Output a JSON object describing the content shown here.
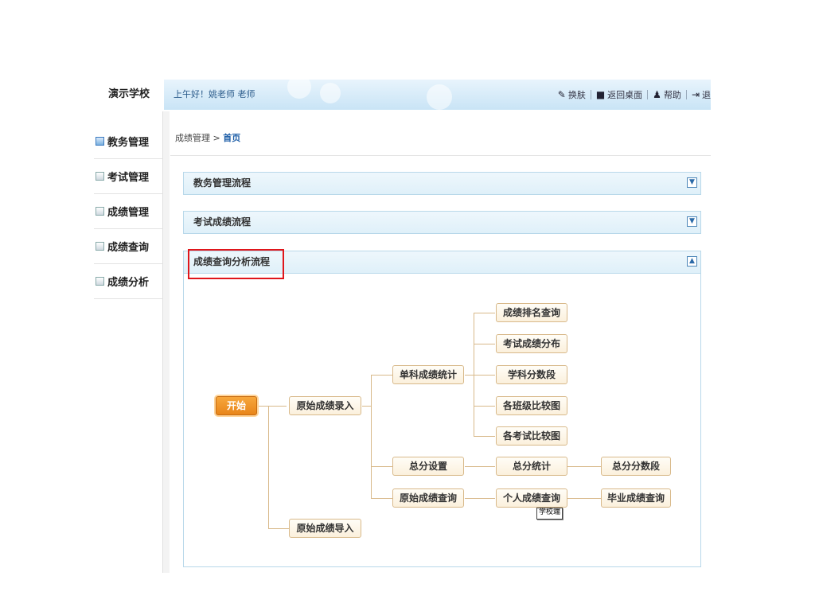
{
  "header": {
    "school_name": "演示学校",
    "greeting": "上午好！姚老师 老师",
    "actions": [
      {
        "label": "换肤",
        "icon": "brush-icon"
      },
      {
        "label": "返回桌面",
        "icon": "desktop-icon"
      },
      {
        "label": "帮助",
        "icon": "help-icon"
      },
      {
        "label": "退",
        "icon": "logout-icon"
      }
    ]
  },
  "sidebar": {
    "items": [
      {
        "label": "教务管理"
      },
      {
        "label": "考试管理"
      },
      {
        "label": "成绩管理"
      },
      {
        "label": "成绩查询"
      },
      {
        "label": "成绩分析"
      }
    ]
  },
  "breadcrumb": {
    "parent": "成绩管理",
    "separator": " > ",
    "current": "首页"
  },
  "panels": [
    {
      "title": "教务管理流程",
      "state": "collapsed"
    },
    {
      "title": "考试成绩流程",
      "state": "collapsed"
    },
    {
      "title": "成绩查询分析流程",
      "state": "expanded"
    }
  ],
  "flow": {
    "start": "开始",
    "raw_entry": "原始成绩录入",
    "raw_import": "原始成绩导入",
    "single_subject": "单科成绩统计",
    "rank_query": "成绩排名查询",
    "exam_distribution": "考试成绩分布",
    "subject_segments": "学科分数段",
    "class_compare": "各班级比较图",
    "exam_compare": "各考试比较图",
    "total_settings": "总分设置",
    "total_stats": "总分统计",
    "total_segments": "总分分数段",
    "raw_query": "原始成绩查询",
    "personal_query": "个人成绩查询",
    "graduation_query": "毕业成绩查询",
    "tooltip": "学校端"
  },
  "colors": {
    "accent": "#1f5fa8",
    "start_node": "#f0931f",
    "highlight": "#e0161b"
  }
}
